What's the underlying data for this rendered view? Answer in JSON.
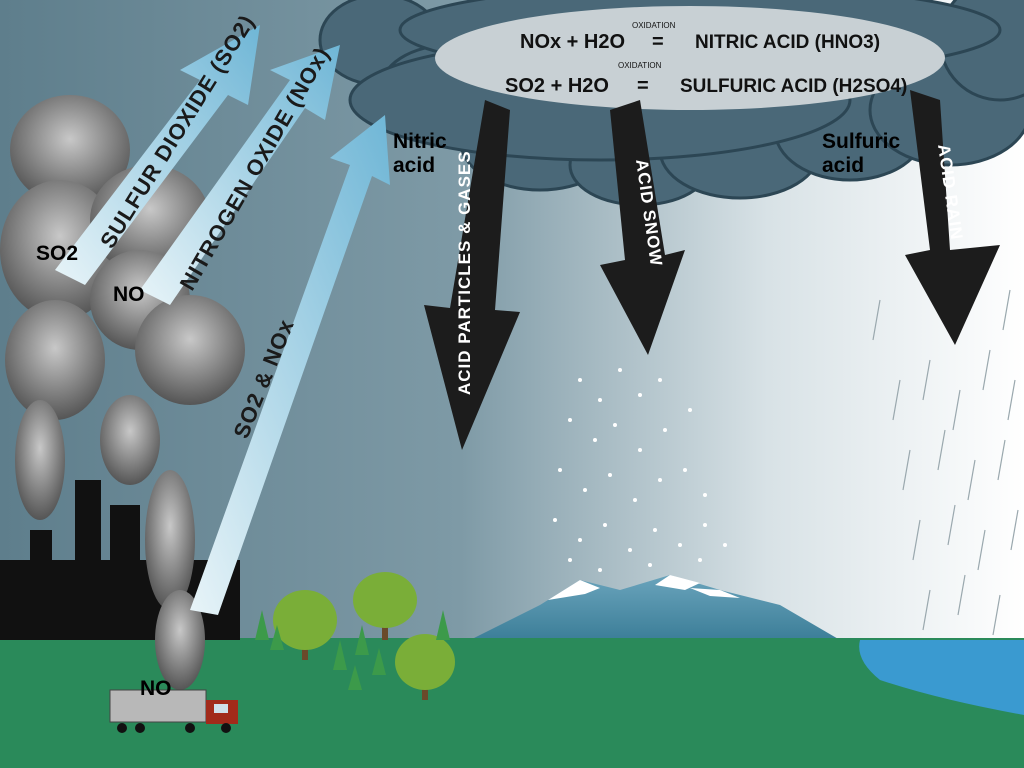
{
  "equations": {
    "line1": {
      "left": "NOx + H2O",
      "oxidation": "OXIDATION",
      "equals": "=",
      "right": "NITRIC ACID (HNO3)"
    },
    "line2": {
      "left": "SO2 + H2O",
      "oxidation": "OXIDATION",
      "equals": "=",
      "right": "SULFURIC ACID (H2SO4)"
    }
  },
  "up_arrows": {
    "sulfur_dioxide": "SULFUR DIOXIDE (SO2)",
    "nitrogen_oxide": "NITROGEN OXIDE (NOx)",
    "so2_nox": "SO2 & NOx"
  },
  "down_arrows": {
    "particles": "ACID PARTICLES & GASES",
    "snow": "ACID SNOW",
    "rain": "ACID RAIN"
  },
  "labels": {
    "nitric_line1": "Nitric",
    "nitric_line2": "acid",
    "sulfuric_line1": "Sulfuric",
    "sulfuric_line2": "acid",
    "so2": "SO2",
    "no_smoke": "NO",
    "no_truck": "NO"
  },
  "colors": {
    "sky_left": "#5e7e8c",
    "sky_right": "#ffffff",
    "ground": "#2a8a5a",
    "water": "#3a9ad0",
    "cloud": "#4a6a7a",
    "arrow_up": "#8ec8e0",
    "arrow_down": "#1a1a1a"
  }
}
